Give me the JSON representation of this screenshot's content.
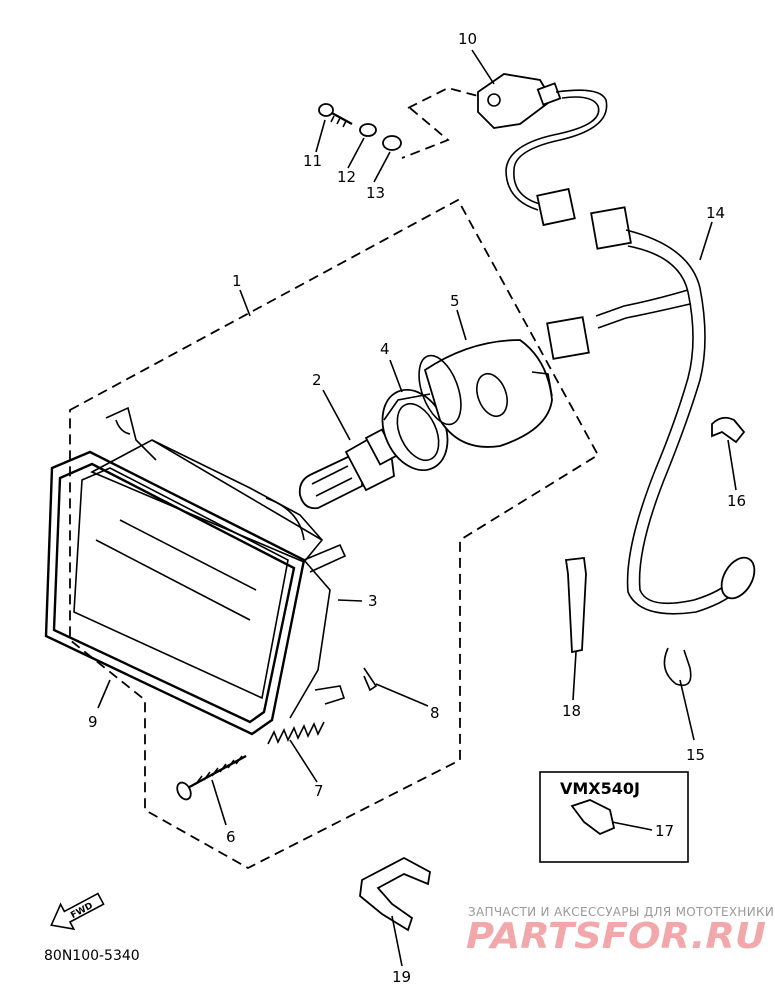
{
  "callouts": [
    {
      "id": "1",
      "text": "1"
    },
    {
      "id": "2",
      "text": "2"
    },
    {
      "id": "3",
      "text": "3"
    },
    {
      "id": "4",
      "text": "4"
    },
    {
      "id": "5",
      "text": "5"
    },
    {
      "id": "6",
      "text": "6"
    },
    {
      "id": "7",
      "text": "7"
    },
    {
      "id": "8",
      "text": "8"
    },
    {
      "id": "9",
      "text": "9"
    },
    {
      "id": "10",
      "text": "10"
    },
    {
      "id": "11",
      "text": "11"
    },
    {
      "id": "12",
      "text": "12"
    },
    {
      "id": "13",
      "text": "13"
    },
    {
      "id": "14",
      "text": "14"
    },
    {
      "id": "15",
      "text": "15"
    },
    {
      "id": "16",
      "text": "16"
    },
    {
      "id": "17",
      "text": "17"
    },
    {
      "id": "18",
      "text": "18"
    },
    {
      "id": "19",
      "text": "19"
    }
  ],
  "variant_box": {
    "model": "VMX540J"
  },
  "drawing_code": "80N100-5340",
  "forward_arrow": {
    "label": "FWD"
  },
  "watermark": {
    "caption": "ЗАПЧАСТИ И АКСЕССУАРЫ ДЛЯ МОТОТЕХНИКИ",
    "logo": "PARTSFOR.RU"
  }
}
